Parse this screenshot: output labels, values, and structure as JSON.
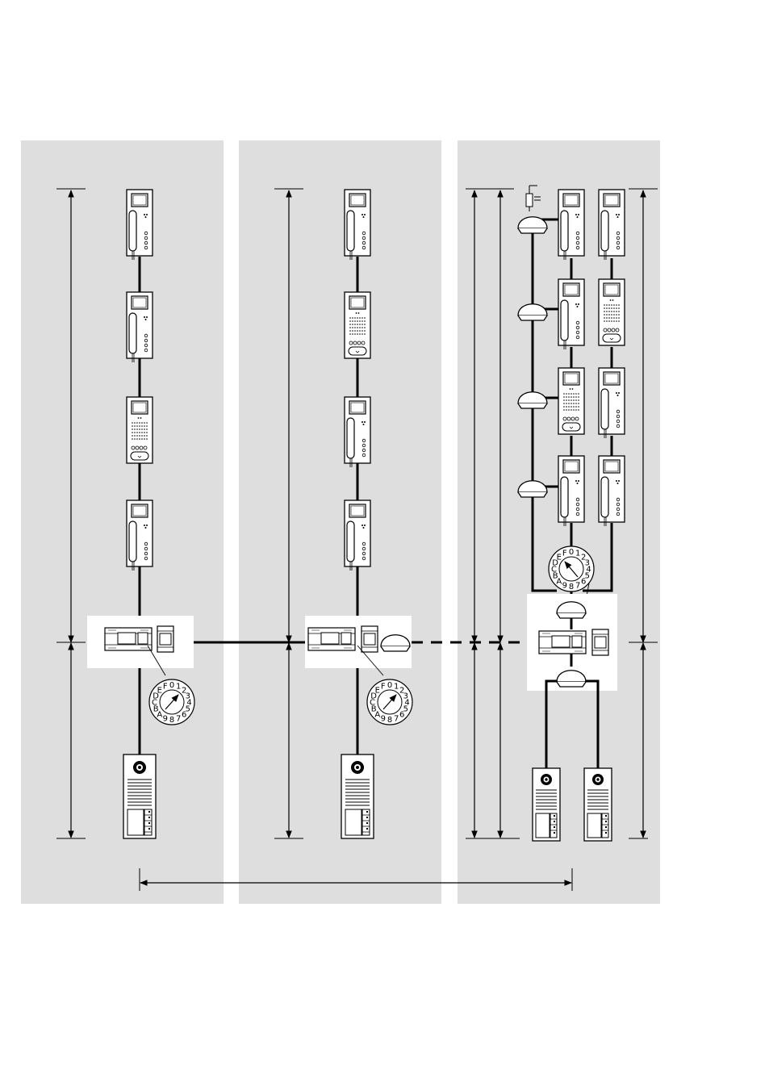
{
  "colors": {
    "panel_background": "#dedede",
    "line": "#000000",
    "device_fill": "#ffffff"
  },
  "dial": {
    "labels": [
      "0",
      "1",
      "2",
      "3",
      "4",
      "5",
      "6",
      "7",
      "8",
      "9",
      "A",
      "B",
      "C",
      "D",
      "E",
      "F"
    ]
  },
  "panels": [
    {
      "id": "left",
      "indoor_stations": [
        "handset-monitor",
        "handset-monitor",
        "handsfree-monitor",
        "handset-monitor"
      ],
      "door_stations": 1,
      "distributors": 0
    },
    {
      "id": "middle",
      "indoor_stations": [
        "handset-monitor",
        "handsfree-monitor",
        "handset-monitor",
        "handset-monitor"
      ],
      "door_stations": 1,
      "distributors": 1
    },
    {
      "id": "right",
      "indoor_stations": [
        "handset-monitor",
        "handset-monitor",
        "handset-monitor",
        "handsfree-monitor",
        "handsfree-monitor",
        "handset-monitor",
        "handset-monitor",
        "handset-monitor"
      ],
      "door_stations": 2,
      "distributors": 6
    }
  ]
}
